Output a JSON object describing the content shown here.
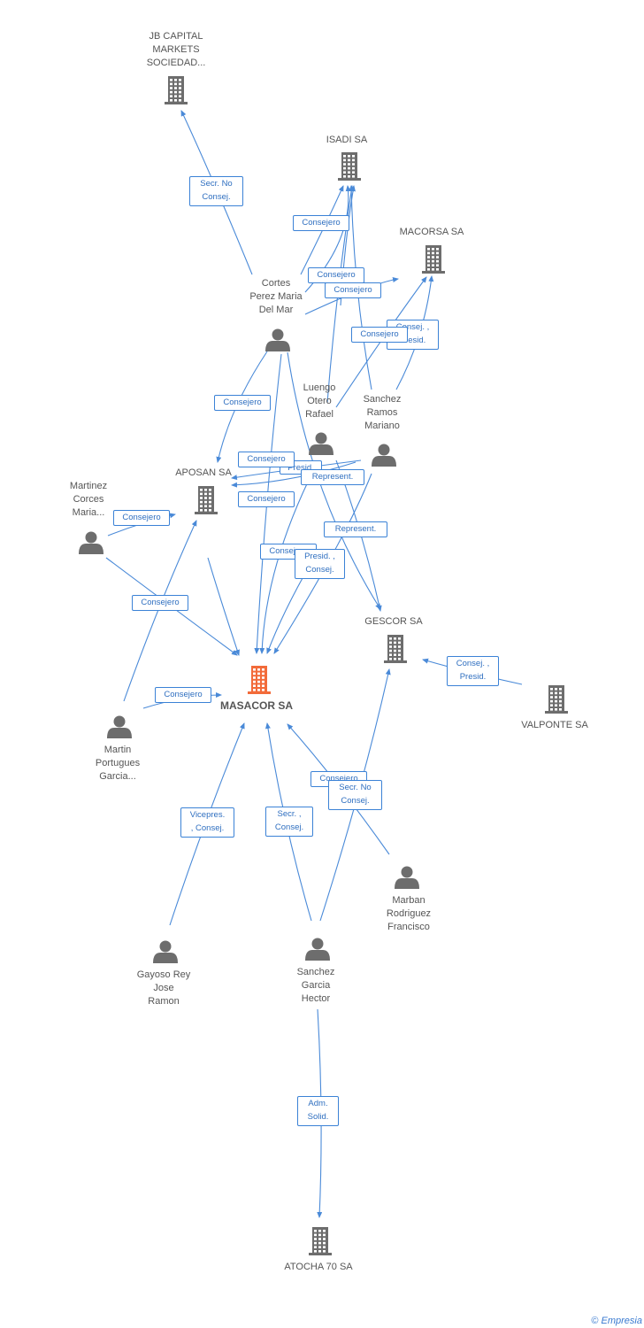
{
  "colors": {
    "edge": "#4a8ad8",
    "node": "#6d6d6d",
    "main": "#f26b3a",
    "label_text": "#2f6fc0"
  },
  "companies": [
    {
      "id": "jb",
      "name": "JB CAPITAL\nMARKETS\nSOCIEDAD...",
      "main": false
    },
    {
      "id": "isadi",
      "name": "ISADI SA",
      "main": false
    },
    {
      "id": "macorsa",
      "name": "MACORSA SA",
      "main": false
    },
    {
      "id": "aposan",
      "name": "APOSAN SA",
      "main": false
    },
    {
      "id": "gescor",
      "name": "GESCOR SA",
      "main": false
    },
    {
      "id": "masacor",
      "name": "MASACOR SA",
      "main": true
    },
    {
      "id": "valponte",
      "name": "VALPONTE SA",
      "main": false
    },
    {
      "id": "atocha",
      "name": "ATOCHA 70 SA",
      "main": false
    }
  ],
  "people": [
    {
      "id": "cortes",
      "name": "Cortes\nPerez Maria\nDel Mar"
    },
    {
      "id": "luengo",
      "name": "Luengo\nOtero\nRafael"
    },
    {
      "id": "sanchezr",
      "name": "Sanchez\nRamos\nMariano"
    },
    {
      "id": "martinez",
      "name": "Martinez\nCorces\nMaria..."
    },
    {
      "id": "martin",
      "name": "Martin\nPortugues\nGarcia..."
    },
    {
      "id": "marban",
      "name": "Marban\nRodriguez\nFrancisco"
    },
    {
      "id": "gayoso",
      "name": "Gayoso Rey\nJose\nRamon"
    },
    {
      "id": "sanchezg",
      "name": "Sanchez\nGarcia\nHector"
    }
  ],
  "relations": [
    {
      "label": "Secr.  No\nConsej."
    },
    {
      "label": "Consejero"
    },
    {
      "label": "Consejero"
    },
    {
      "label": "Consejero"
    },
    {
      "label": "Consej. ,\nPresid."
    },
    {
      "label": "Consejero"
    },
    {
      "label": "Consejero"
    },
    {
      "label": "Presid."
    },
    {
      "label": "Consejero"
    },
    {
      "label": "Consejero"
    },
    {
      "label": "Represent."
    },
    {
      "label": "Represent."
    },
    {
      "label": "Consejero"
    },
    {
      "label": "Presid. ,\nConsej."
    },
    {
      "label": "Consejero"
    },
    {
      "label": "Consejero"
    },
    {
      "label": "Consejero"
    },
    {
      "label": "Consej. ,\nPresid."
    },
    {
      "label": "Vicepres.\n, Consej."
    },
    {
      "label": "Secr. ,\nConsej."
    },
    {
      "label": "Consejero"
    },
    {
      "label": "Secr.  No\nConsej."
    },
    {
      "label": "Adm.\nSolid."
    }
  ],
  "footer": {
    "copyright": "©",
    "brand": "Empresia"
  }
}
